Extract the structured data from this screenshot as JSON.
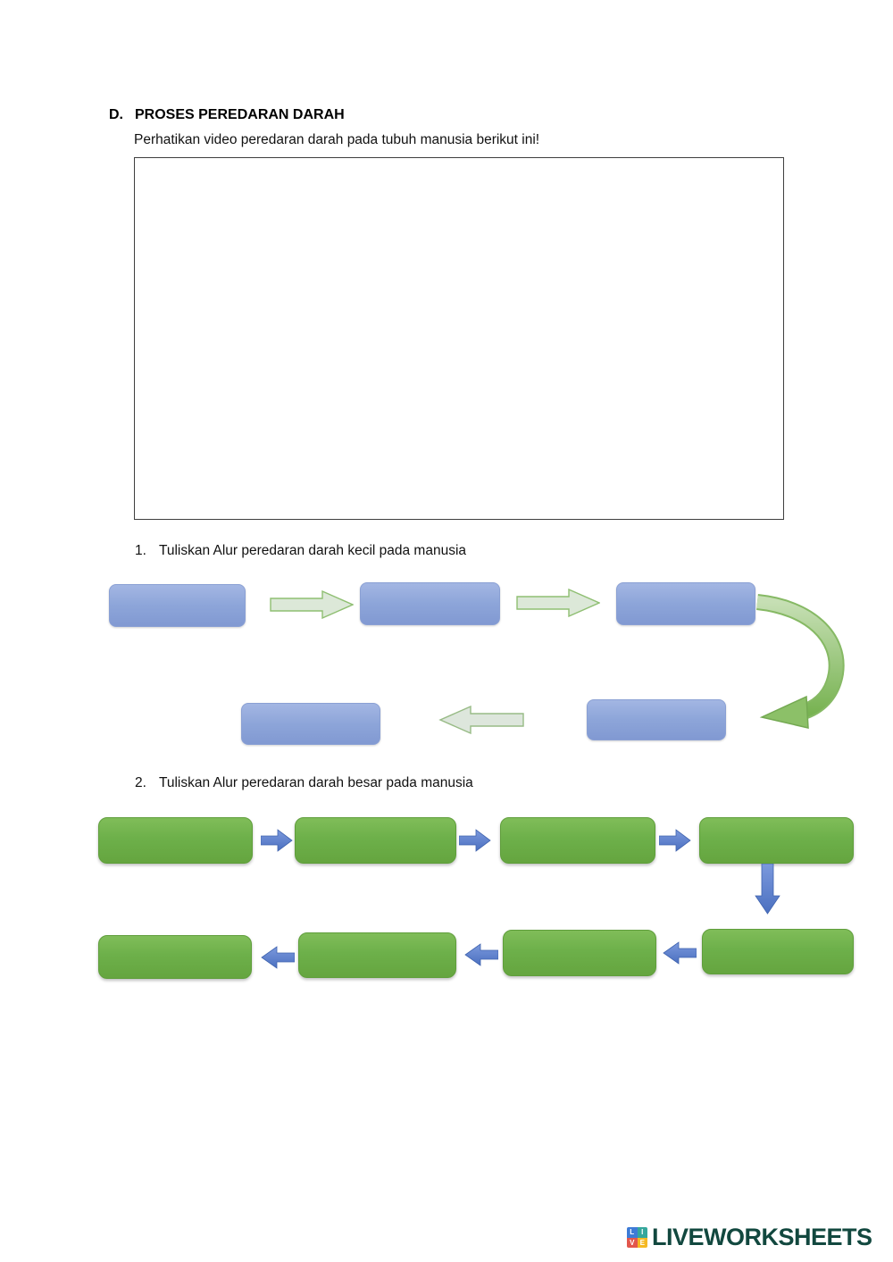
{
  "header": {
    "section_label": "D.",
    "section_title": "PROSES PEREDARAN DARAH",
    "instruction": "Perhatikan video peredaran darah pada tubuh manusia berikut ini!"
  },
  "questions": [
    {
      "number": "1.",
      "text": "Tuliskan Alur peredaran darah kecil pada manusia"
    },
    {
      "number": "2.",
      "text": "Tuliskan Alur peredaran darah besar pada manusia"
    }
  ],
  "diagram_small": {
    "description": "flowchart of small blood circulation with empty blue answer boxes",
    "answer_boxes": [
      "",
      "",
      "",
      "",
      ""
    ]
  },
  "diagram_large": {
    "description": "flowchart of large blood circulation with empty green answer boxes",
    "answer_boxes": [
      "",
      "",
      "",
      "",
      "",
      "",
      "",
      ""
    ]
  },
  "footer": {
    "brand": "LIVEWORKSHEETS",
    "brand_color": "#12483f",
    "icon_tiles": [
      {
        "letter": "L",
        "color": "#3e7bd6"
      },
      {
        "letter": "I",
        "color": "#35a79c"
      },
      {
        "letter": "V",
        "color": "#e2574c"
      },
      {
        "letter": "E",
        "color": "#f5b922"
      }
    ]
  },
  "colors": {
    "small_box_fill": "#8EA9DB",
    "large_box_fill": "#70AD47",
    "small_arrow_fill": "#DCE8D8",
    "small_arrow_border": "#8FBF72",
    "large_arrow_fill": "#4472C4"
  }
}
